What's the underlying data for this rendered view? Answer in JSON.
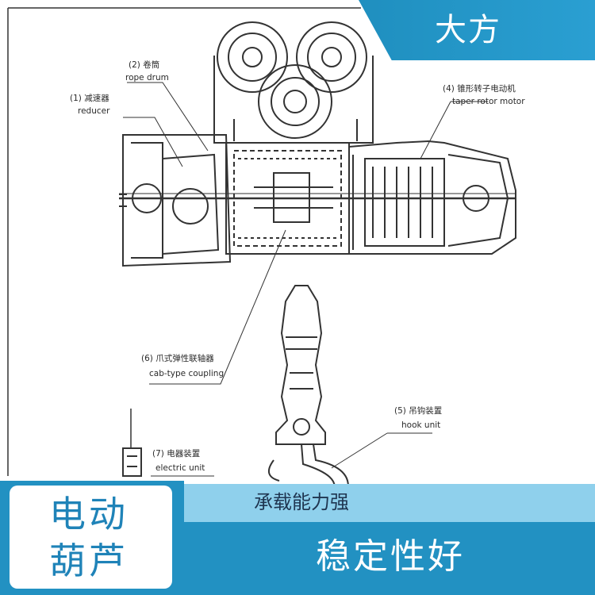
{
  "brand": {
    "name": "大方"
  },
  "diagram": {
    "labels": {
      "rope_drum_cn": "(2) 卷筒",
      "rope_drum_en": "rope drum",
      "reducer_cn": "(1) 减速器",
      "reducer_en": "reducer",
      "motor_cn": "(4) 锥形转子电动机",
      "motor_en": "taper rotor motor",
      "coupling_cn": "(6) 爪式弹性联轴器",
      "coupling_en": "cab-type coupling",
      "hook_cn": "(5) 吊钩装置",
      "hook_en": "hook unit",
      "electric_cn": "(7) 电器装置",
      "electric_en": "electric unit"
    }
  },
  "footer": {
    "product_line1": "电动",
    "product_line2": "葫芦",
    "feature_top": "承载能力强",
    "feature_main": "稳定性好"
  },
  "colors": {
    "brand_blue": "#2291c2",
    "light_blue": "#8fd0ec",
    "line_art": "#333333"
  }
}
